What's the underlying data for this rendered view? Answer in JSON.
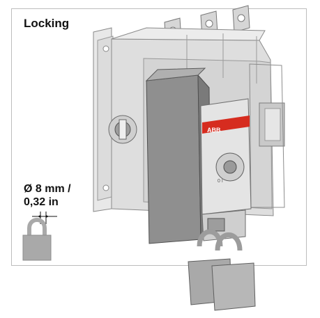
{
  "caption": {
    "title": "Locking",
    "diameter_mm": "Ø 8 mm /",
    "diameter_in": "0,32 in"
  },
  "device": {
    "brand_logo": "ABB",
    "icon": "switch-disconnector-illustration"
  },
  "colors": {
    "frame_border": "#bdbdbd",
    "housing": "#d9d9d9",
    "housing_dark": "#b9b9b9",
    "handle_dark": "#8e8e8e",
    "brand_red": "#d62c1f",
    "padlock": "#a9a9a9"
  }
}
